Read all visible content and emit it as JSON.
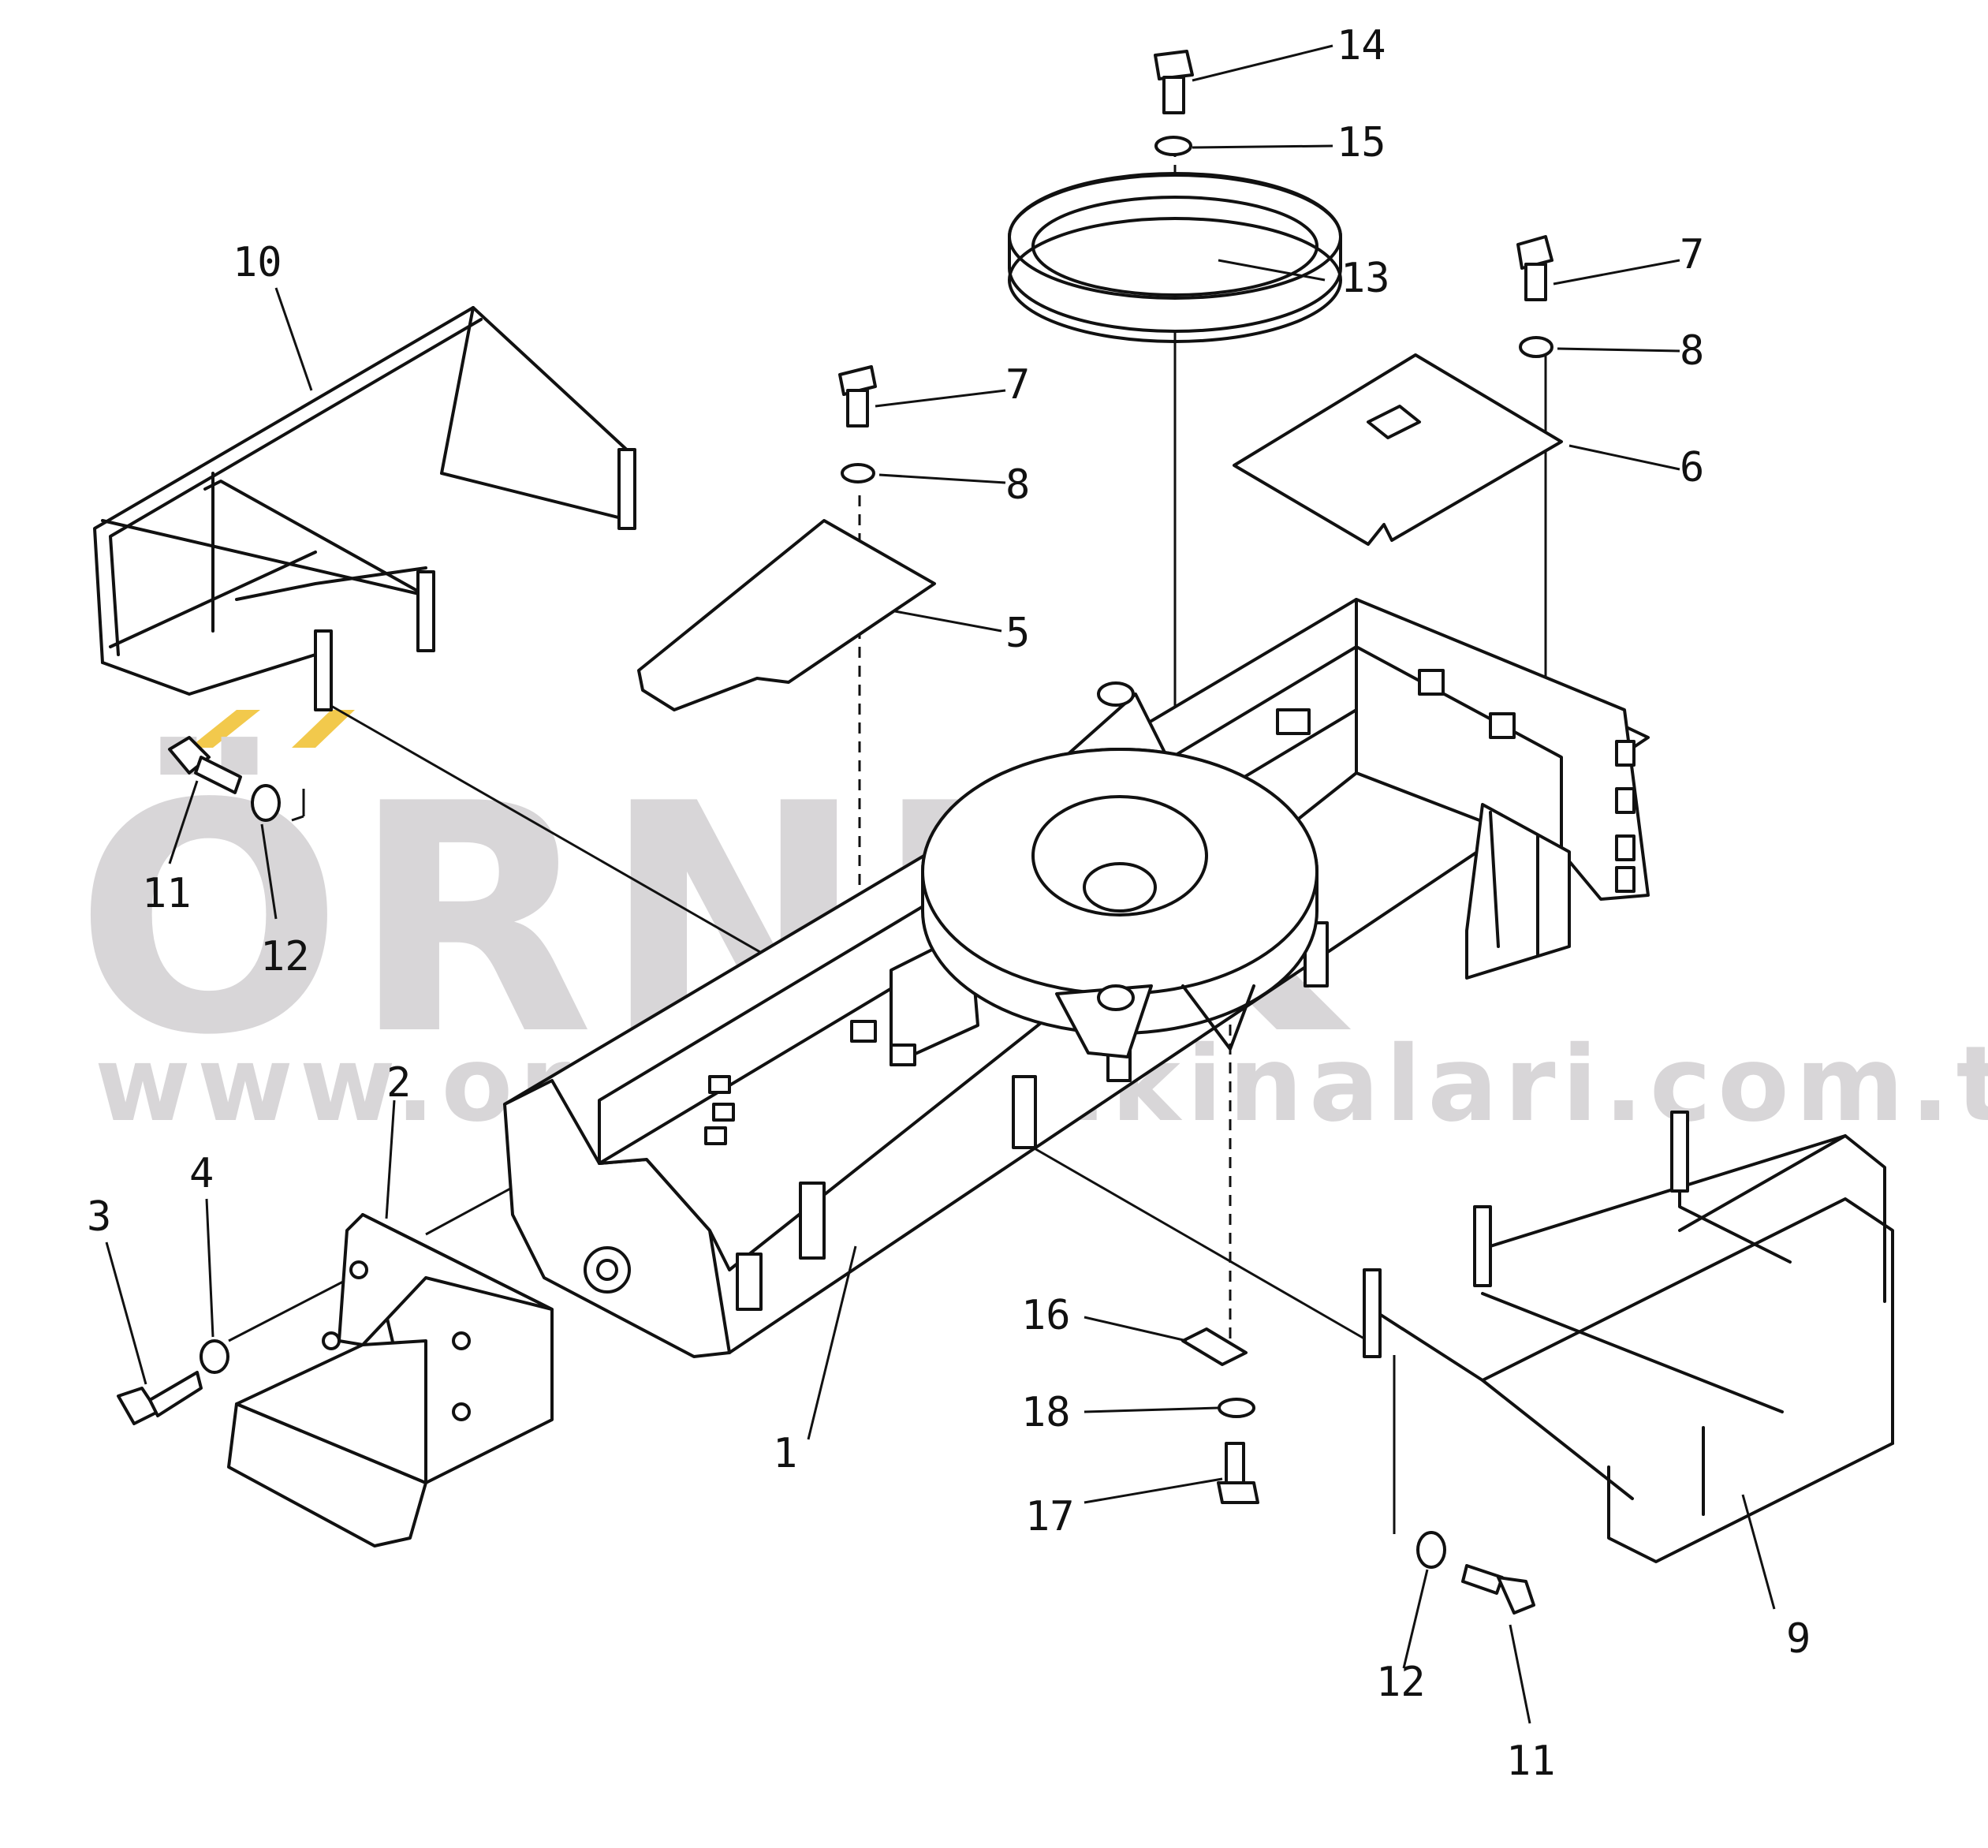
{
  "watermark": {
    "brand": "ÖRNEK",
    "url": "www.ornekismakinalari.com.tr",
    "accent_color": "#f2c94c",
    "text_color": "#d8d6d8"
  },
  "callouts": [
    "1",
    "2",
    "3",
    "4",
    "5",
    "6",
    "7",
    "7",
    "8",
    "8",
    "9",
    "10",
    "11",
    "11",
    "12",
    "12",
    "13",
    "14",
    "15",
    "16",
    "17",
    "18"
  ],
  "colors": {
    "line": "#111111",
    "background": "#ffffff"
  }
}
